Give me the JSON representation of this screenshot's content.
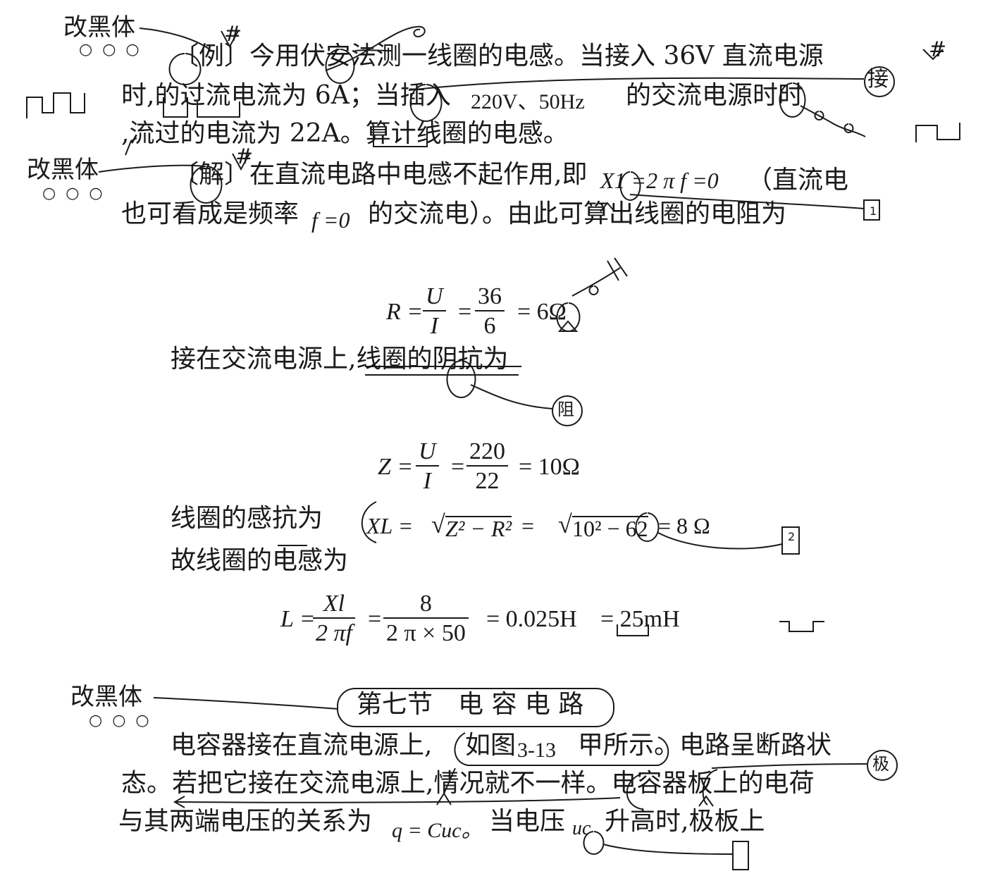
{
  "annotations": {
    "bold_note_1": "改黑体",
    "bold_note_2": "改黑体",
    "bold_note_3": "改黑体",
    "insert_jie": "接",
    "resist_zu": "阻",
    "pole_ji": "极",
    "mark_1": "1",
    "mark_2": "2",
    "hash": "#"
  },
  "example": {
    "line1": "〔例〕今用伏安法测一线圈的电感。当接入 36V 直流电源",
    "line2a": "时,的过流电流为 6A；当插入",
    "line2b": "220V、50Hz",
    "line2c": "的交流电源时时",
    "line3": ",流过的电流为 22A。算计线圈的电感。"
  },
  "solution": {
    "line1a": "〔解〕在直流电路中电感不起作用,即",
    "line1b": "X1 =2 π f =0",
    "line1c": "（直流电",
    "line2a": "也可看成是频率",
    "line2b": "f =0",
    "line2c": "的交流电）。由此可算出线圈的电阻为"
  },
  "eq_R": {
    "lhs": "R =",
    "frac1_num": "U",
    "frac1_den": "I",
    "eq1": "=",
    "frac2_num": "36",
    "frac2_den": "6",
    "rhs": "= 6Ω"
  },
  "text_ac": "接在交流电源上,线圈的阴抗为",
  "eq_Z": {
    "lhs": "Z =",
    "frac1_num": "U",
    "frac1_den": "I",
    "eq1": "=",
    "frac2_num": "220",
    "frac2_den": "22",
    "rhs": "= 10Ω"
  },
  "text_XL": "线圈的感抗为",
  "eq_XL": {
    "lhs": "XL =",
    "root1": "Z² − R²",
    "eq": "=",
    "root2": "10² − 62",
    "rhs": "= 8 Ω"
  },
  "text_L": "故线圈的电感为",
  "eq_L": {
    "lhs": "L =",
    "frac1_num": "Xl",
    "frac1_den": "2 πf",
    "eq1": "=",
    "frac2_num": "8",
    "frac2_den": "2 π × 50",
    "rhs": "= 0.025H",
    "rhs2": "= 25mH"
  },
  "section": {
    "title": "第七节　电 容 电 路",
    "para1a": "电容器接在直流电源上,",
    "para1b": "如图",
    "para1c": "3-13",
    "para1d": "甲所示。电路呈断路状",
    "para2": "态。若把它接在交流电源上,情况就不一样。电容器板上的电荷",
    "para3a": "与其两端电压的关系为",
    "para3b": "q = Cuc。",
    "para3c": "当电压",
    "para3d": "uc",
    "para3e": "升高时,极板上"
  }
}
